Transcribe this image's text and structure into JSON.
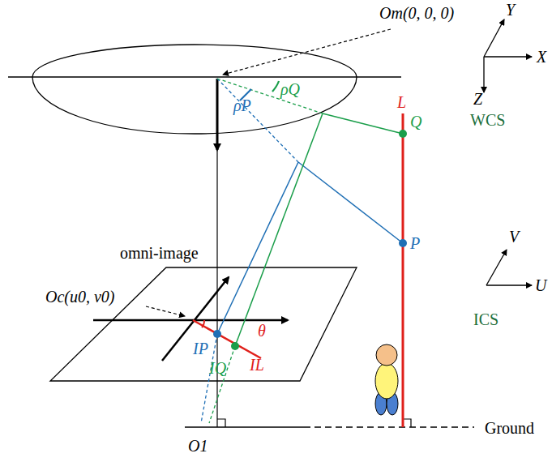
{
  "diagram": {
    "labels": [
      "Om(0, 0, 0)",
      "ρP",
      "ρQ",
      "L",
      "Q",
      "P",
      "Y",
      "X",
      "Z",
      "WCS",
      "V",
      "U",
      "ICS",
      "omni-image",
      "Oc(u0, v0)",
      "θ",
      "IP",
      "IQ",
      "IL",
      "O1",
      "Ground"
    ]
  }
}
